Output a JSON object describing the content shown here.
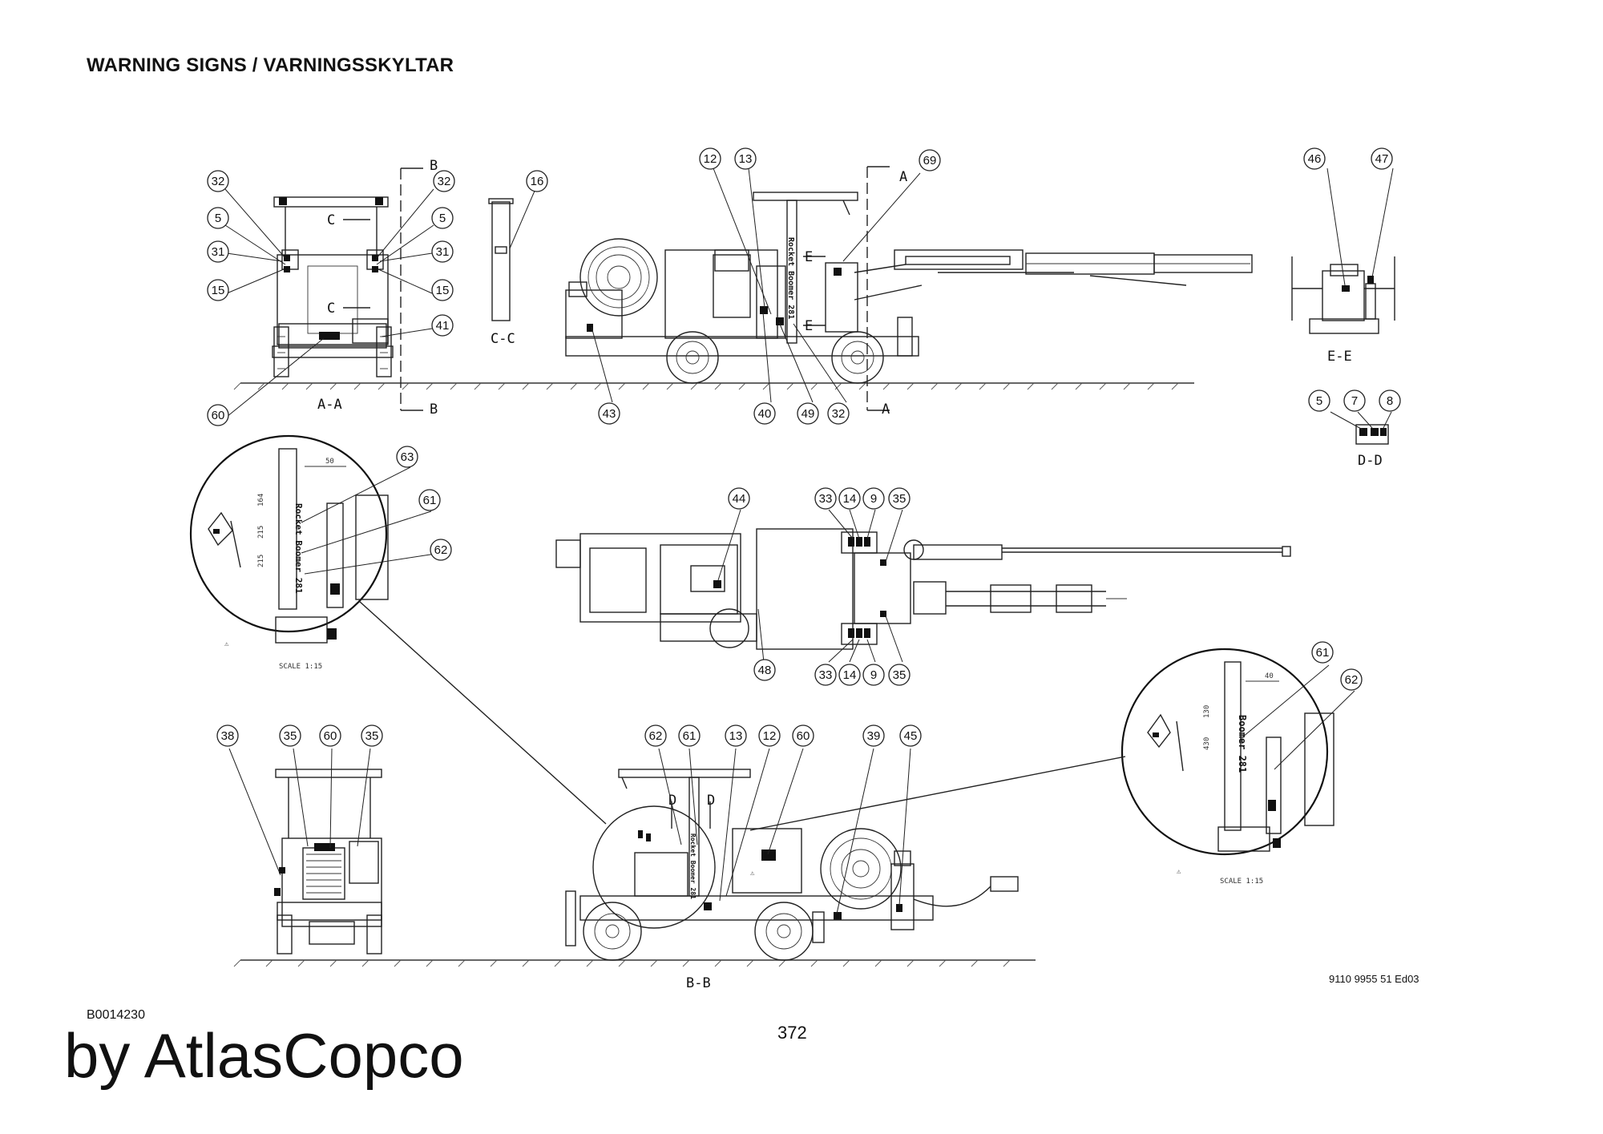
{
  "header": {
    "title": "WARNING SIGNS / VARNINGSSKYLTAR"
  },
  "footer": {
    "doc_code": "B0014230",
    "brand": "by AtlasCopco",
    "page_number": "372",
    "ref": "9110 9955 51 Ed03"
  },
  "views": {
    "aa": "A-A",
    "bb": "B-B",
    "cc": "C-C",
    "dd": "D-D",
    "ee": "E-E",
    "letter_a": "A",
    "letter_b": "B",
    "letter_c": "C",
    "letter_d": "D",
    "letter_e": "E"
  },
  "details": {
    "scale": "SCALE 1:15",
    "decal_text_1": "Rocket Boomer 281",
    "decal_text_2": "Boomer 281",
    "dim_50": "50",
    "dim_164": "164",
    "dim_215a": "215",
    "dim_215b": "215",
    "dim_40": "40",
    "dim_130": "130",
    "dim_430": "430"
  },
  "callouts": {
    "c32a": "32",
    "c5a": "5",
    "c31a": "31",
    "c15a": "15",
    "c60a": "60",
    "c32b": "32",
    "c5b": "5",
    "c31b": "31",
    "c15b": "15",
    "c41": "41",
    "c16": "16",
    "c12a": "12",
    "c13a": "13",
    "c69": "69",
    "c43": "43",
    "c40": "40",
    "c49": "49",
    "c32c": "32",
    "c46": "46",
    "c47": "47",
    "c5c": "5",
    "c7": "7",
    "c8": "8",
    "c63": "63",
    "c61a": "61",
    "c62a": "62",
    "c44": "44",
    "c33a": "33",
    "c14a": "14",
    "c9a": "9",
    "c35a": "35",
    "c48": "48",
    "c33b": "33",
    "c14b": "14",
    "c9b": "9",
    "c35b": "35",
    "c61b": "61",
    "c62b": "62",
    "c38": "38",
    "c35c": "35",
    "c60b": "60",
    "c35d": "35",
    "c62c": "62",
    "c61c": "61",
    "c13b": "13",
    "c12b": "12",
    "c60c": "60",
    "c39": "39",
    "c45": "45"
  }
}
